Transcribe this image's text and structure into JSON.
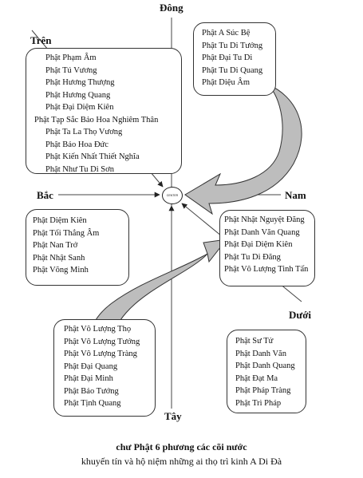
{
  "directions": {
    "east": "Đông",
    "above": "Trên",
    "north": "Bắc",
    "south": "Nam",
    "below": "Dưới",
    "west": "Tây"
  },
  "center_label": "CENTER",
  "groups": {
    "east": [
      "Phật A Súc Bệ",
      "Phật Tu Di Tướng",
      "Phật Đại Tu Di",
      "Phật Tu Di Quang",
      "Phật Diệu Âm"
    ],
    "above": [
      "Phật Phạm Âm",
      "Phật Tú Vương",
      "Phật Hương Thượng",
      "Phật Hương Quang",
      "Phật Đại Diệm Kiên",
      "Phật Tạp Sắc Bảo Hoa Nghiêm Thân",
      "Phật Ta La Thọ Vương",
      "Phật Bảo Hoa Đức",
      "Phật Kiến Nhất Thiết Nghĩa",
      "Phật Như Tu Di Sơn"
    ],
    "north": [
      "Phật Diệm Kiên",
      "Phật Tối Thắng Âm",
      "Phật Nan Trở",
      "Phật Nhật Sanh",
      "Phật Võng Minh"
    ],
    "south": [
      "Phật Nhật Nguyệt Đăng",
      "Phật Danh Văn Quang",
      "Phật Đại Diệm Kiên",
      "Phật Tu Di Đăng",
      "Phật Vô Lượng Tinh Tấn"
    ],
    "west": [
      "Phật Vô Lượng Thọ",
      "Phật Vô Lượng Tướng",
      "Phật Vô Lượng Tràng",
      "Phật Đại Quang",
      "Phật Đại Minh",
      "Phật Bảo Tướng",
      "Phật Tịnh Quang"
    ],
    "below": [
      "Phật Sư Tử",
      "Phật Danh Văn",
      "Phật Danh Quang",
      "Phật Đạt Ma",
      "Phật Pháp Tràng",
      "Phật Trì Pháp"
    ]
  },
  "caption": {
    "line1": "chư Phật 6 phương các cõi nước",
    "line2": "khuyến tín và hộ niệm những ai thọ trì kinh A Di Đà"
  }
}
